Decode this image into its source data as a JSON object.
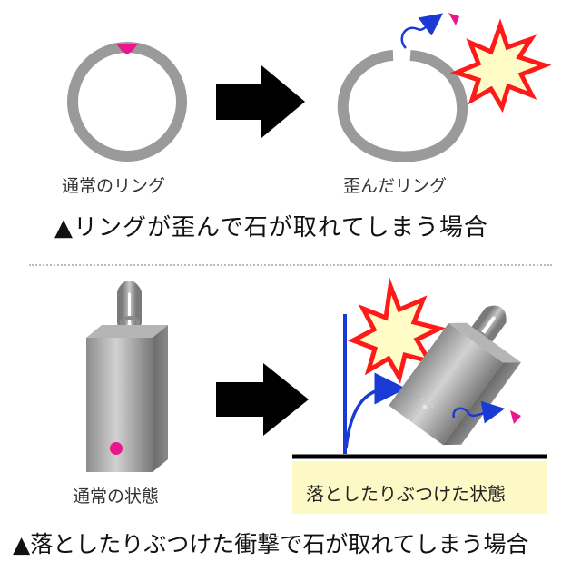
{
  "top_section": {
    "normal_ring_label": "通常のリング",
    "bent_ring_label": "歪んだリング",
    "caption": "▲リングが歪んで石が取れてしまう場合"
  },
  "bottom_section": {
    "normal_state_label": "通常の状態",
    "dropped_state_label": "落としたりぶつけた状態",
    "caption": "▲落としたりぶつけた衝撃で石が取れてしまう場合"
  },
  "colors": {
    "ring_gray": "#9a9a9a",
    "gem_pink": "#e8188c",
    "arrow_black": "#000000",
    "impact_red": "#ff1a1a",
    "impact_yellow": "#fffcc8",
    "motion_blue": "#1a3ad6",
    "caption_bg": "#fdf9c7"
  },
  "icons": [
    "ring-icon",
    "gem-icon",
    "right-arrow-icon",
    "impact-burst-icon",
    "pendant-icon",
    "motion-arrow-icon"
  ]
}
